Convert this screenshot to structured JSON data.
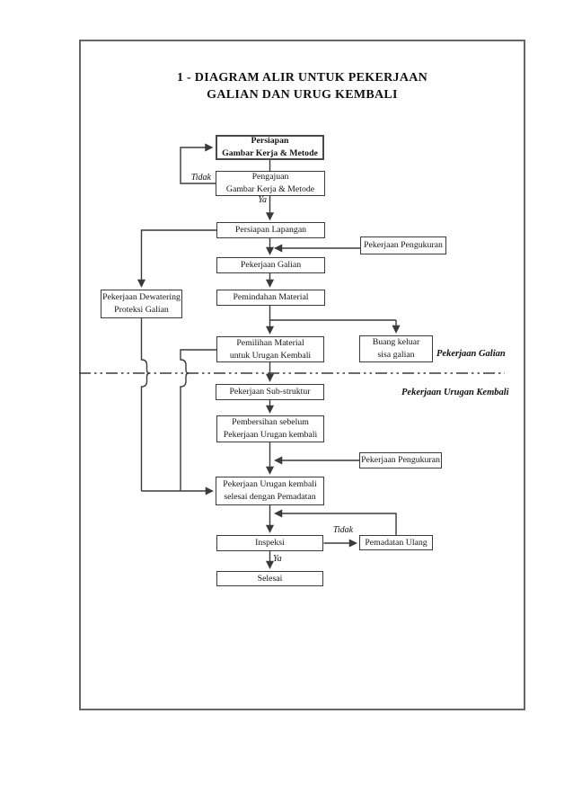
{
  "title": {
    "line1": "1 - DIAGRAM ALIR UNTUK PEKERJAAN",
    "line2": "GALIAN DAN URUG KEMBALI"
  },
  "nodes": {
    "persiapan": {
      "line1": "Persiapan",
      "line2": "Gambar Kerja & Metode"
    },
    "pengajuan": {
      "line1": "Pengajuan",
      "line2": "Gambar Kerja & Metode"
    },
    "persiapan_lapanganروع": null,
    "persiapan_lapangan": {
      "line1": "Persiapan Lapangan"
    },
    "pengukuran_atas": {
      "line1": "Pekerjaan Pengukuran"
    },
    "pekerjaan_galian": {
      "line1": "Pekerjaan Galian"
    },
    "dewatering": {
      "line1": "Pekerjaan Dewatering",
      "line2": "Proteksi Galian"
    },
    "pemindahan": {
      "line1": "Pemindahan Material"
    },
    "pemilihan": {
      "line1": "Pemilihan Material",
      "line2": "untuk Urugan Kembali"
    },
    "buang": {
      "line1": "Buang keluar",
      "line2": "sisa galian"
    },
    "substruktur": {
      "line1": "Pekerjaan Sub-struktur"
    },
    "pembersihan": {
      "line1": "Pembersihan sebelum",
      "line2": "Pekerjaan Urugan kembali"
    },
    "pengukuran_bawah": {
      "line1": "Pekerjaan Pengukuran"
    },
    "urugan_selesai": {
      "line1": "Pekerjaan Urugan kembali",
      "line2": "selesai dengan Pemadatan"
    },
    "inspeksi": {
      "line1": "Inspeksi"
    },
    "pemadatan_ulang": {
      "line1": "Pemadatan Ulang"
    },
    "selesai": {
      "line1": "Selesai"
    }
  },
  "labels": {
    "tidak_atas": "Tidak",
    "ya_atas": "Ya",
    "tidak_bawah": "Tidak",
    "ya_bawah": "Ya",
    "fase_galian": "Pekerjaan Galian",
    "fase_urugan": "Pekerjaan Urugan Kembali"
  },
  "colors": {
    "line": "#3a3a3a",
    "box_border": "#3a3a3a",
    "text": "#141414",
    "page_border": "#666666",
    "background": "#ffffff"
  }
}
